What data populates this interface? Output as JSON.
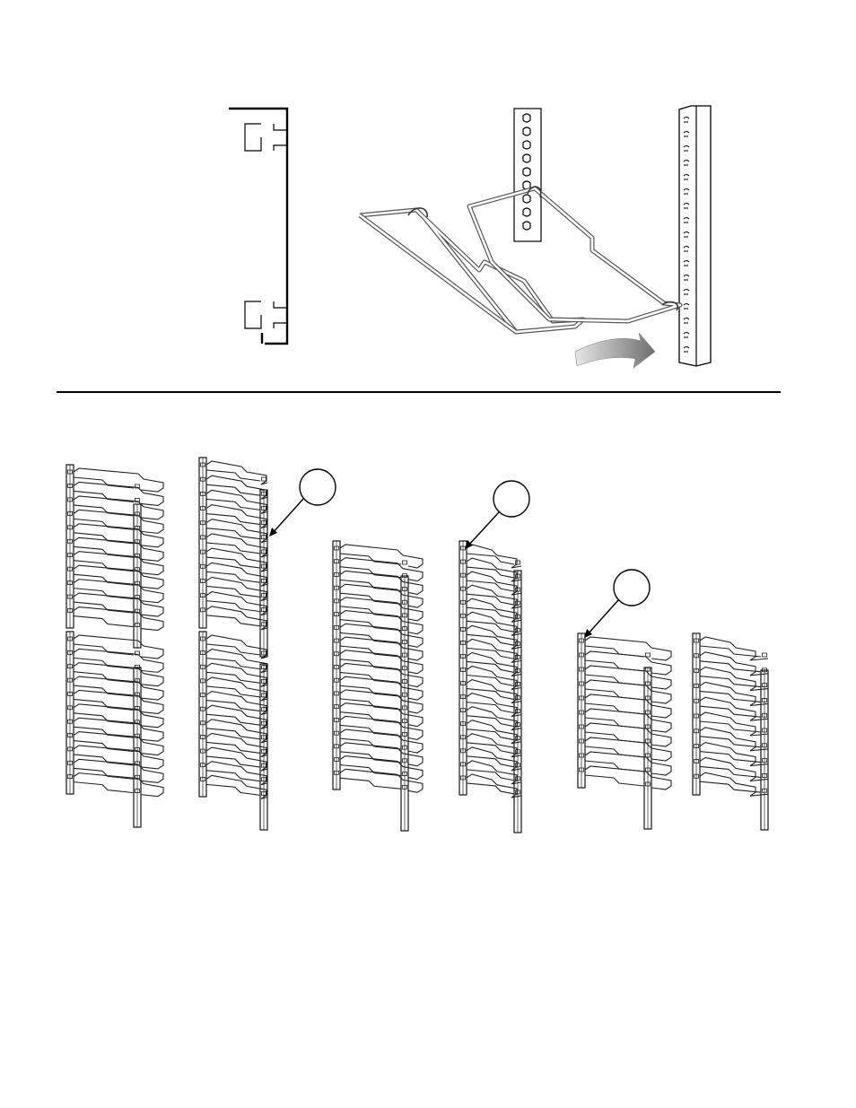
{
  "page": {
    "background": "#ffffff",
    "line_color": "#000000",
    "arrow_gradient": [
      "#d9d9d9",
      "#6e6e6e"
    ]
  },
  "figures": {
    "top_left": {
      "kind": "rack-slot-profile-section"
    },
    "top_right": {
      "kind": "shelf-installation-into-rail",
      "arrow_icon": "curved-arrow-icon"
    },
    "bottom": {
      "callouts": [
        {
          "name": "callout-1",
          "label": ""
        },
        {
          "name": "callout-2",
          "label": ""
        },
        {
          "name": "callout-3",
          "label": ""
        }
      ],
      "rack_groups": [
        {
          "name": "double-stack-rack-assembly",
          "units": 4
        },
        {
          "name": "full-height-rack-assembly",
          "units": 2
        },
        {
          "name": "half-height-rack-assembly",
          "units": 2
        }
      ]
    }
  }
}
